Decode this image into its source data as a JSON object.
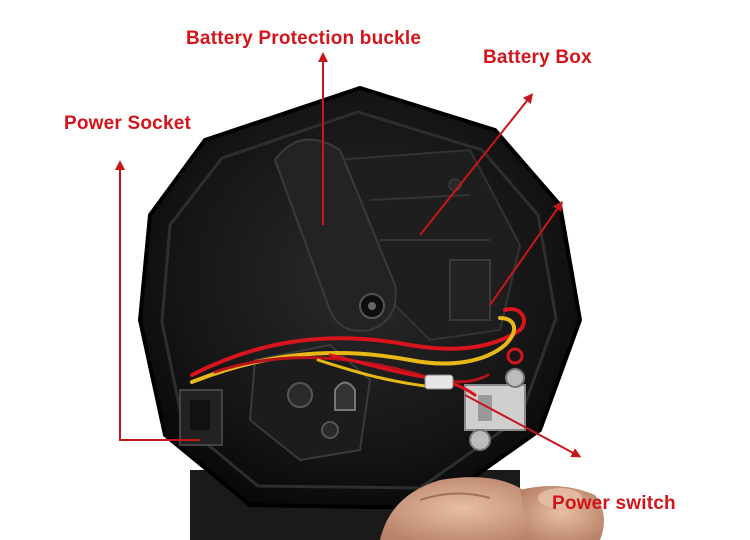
{
  "labels": {
    "battery_protection_buckle": "Battery Protection buckle",
    "battery_box": "Battery Box",
    "power_socket": "Power Socket",
    "power_switch": "Power switch"
  },
  "colors": {
    "label_text": "#d3151b",
    "arrow": "#c8161d",
    "housing": "#141414",
    "wire_red": "#d8141c",
    "wire_yellow": "#e8b816",
    "background": "#ffffff",
    "skin": "#d9a98a"
  }
}
